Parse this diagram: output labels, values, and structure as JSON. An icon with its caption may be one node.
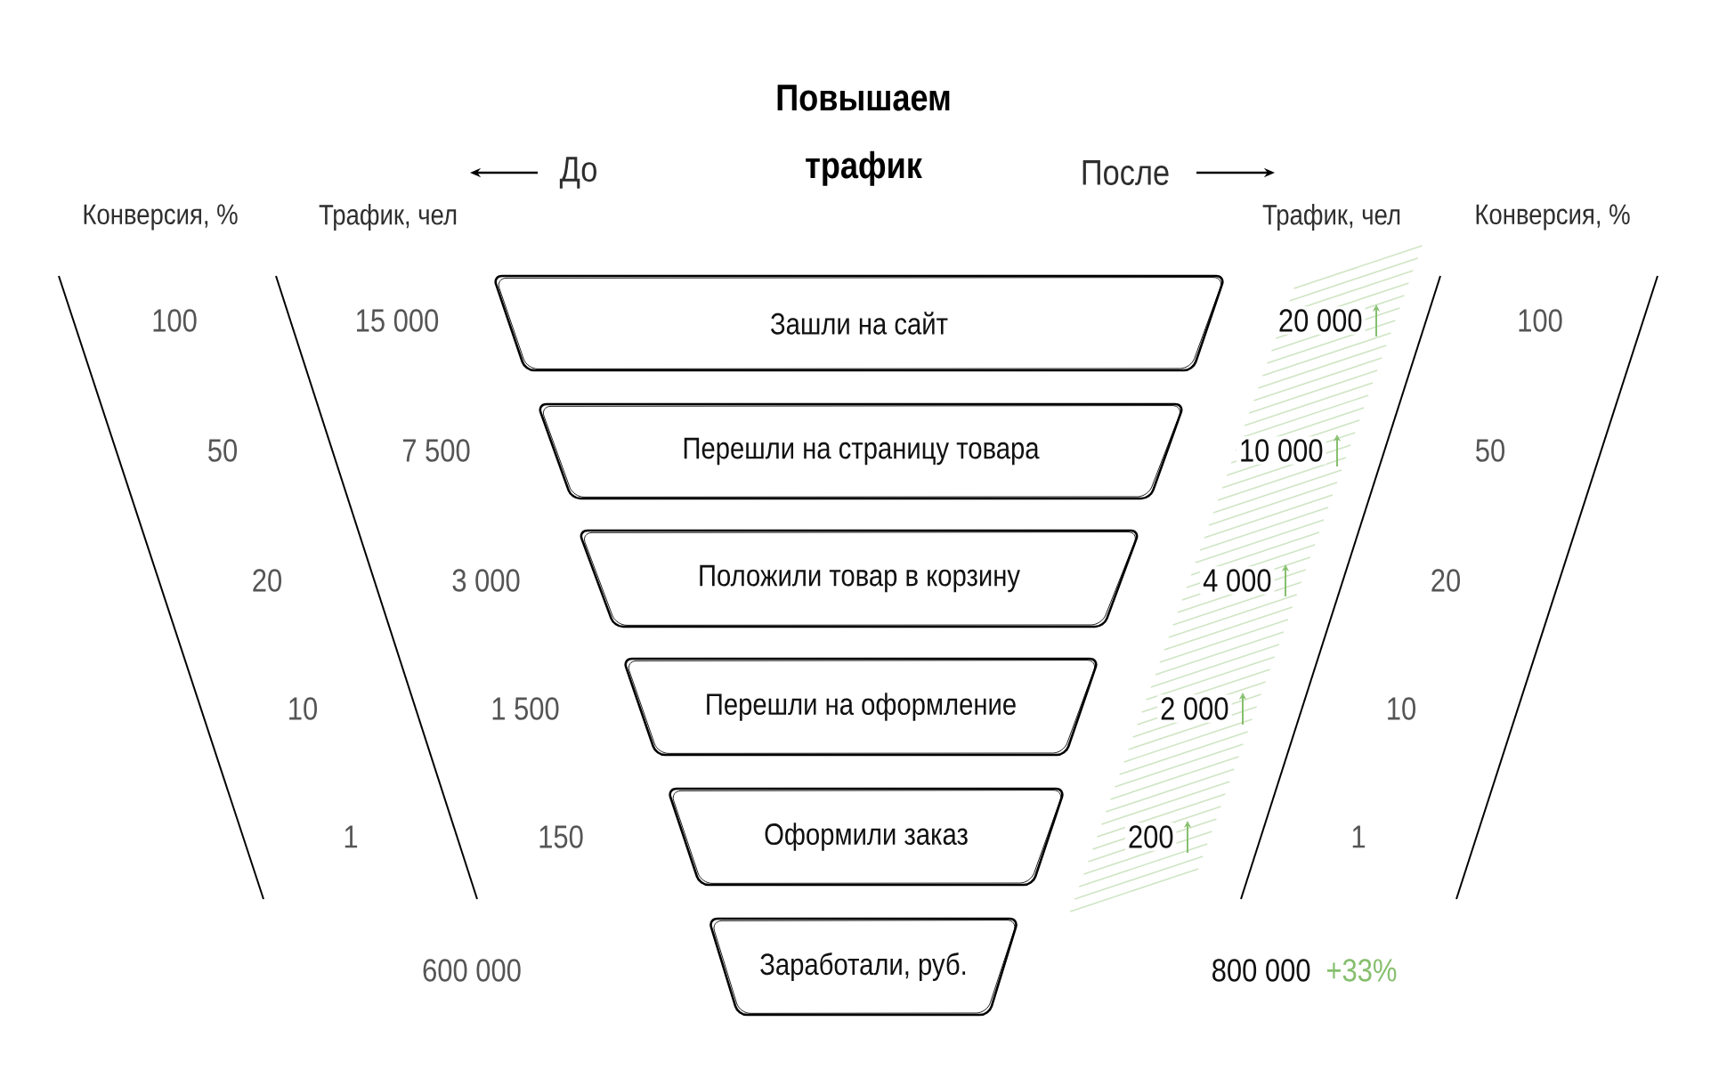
{
  "diagram": {
    "title": "Повышаем трафик",
    "nodes": [
      {
        "text": [
          "Зашли на сайт"
        ]
      },
      {
        "text": [
          "Перешли на страницу товара"
        ]
      },
      {
        "text": [
          "Положили товар в корзину"
        ]
      },
      {
        "text": [
          "Перешли на оформление"
        ]
      },
      {
        "text": [
          "Оформили заказ"
        ]
      },
      {
        "text": [
          "Заработали, руб."
        ]
      }
    ],
    "labels": [
      "До",
      "После",
      "Конверсия, %",
      "Трафик, чел",
      "Трафик, чел",
      "Конверсия, %",
      "100",
      "15 000",
      "20 000",
      "100",
      "50",
      "7 500",
      "10 000",
      "50",
      "20",
      "3 000",
      "4 000",
      "20",
      "10",
      "1 500",
      "2 000",
      "10",
      "1",
      "150",
      "200",
      "1",
      "600 000",
      "800 000",
      "+33%"
    ]
  }
}
